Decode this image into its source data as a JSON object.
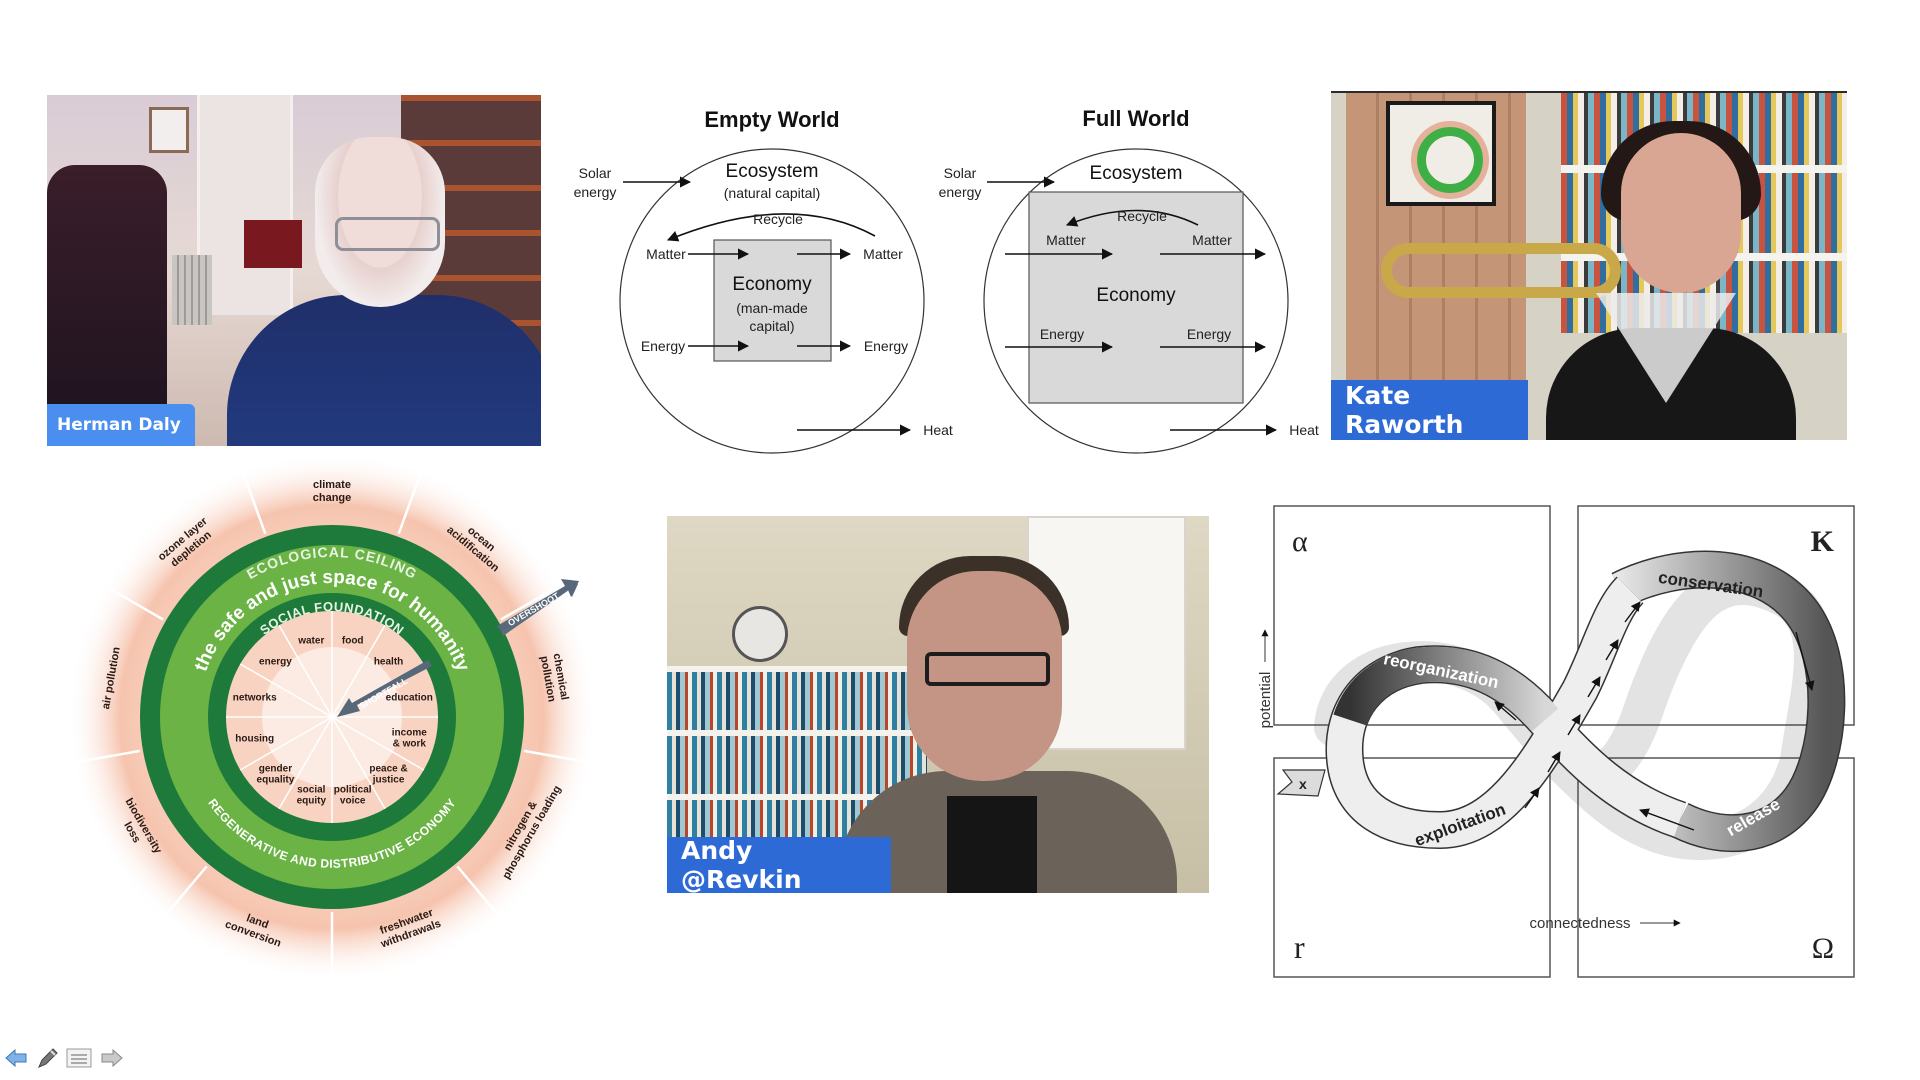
{
  "participants": [
    {
      "id": "herman",
      "name": "Herman Daly"
    },
    {
      "id": "kate",
      "name": "Kate Raworth"
    },
    {
      "id": "andy",
      "name": "Andy @Revkin"
    }
  ],
  "label_colors": {
    "herman": "#4a8ef0",
    "kate": "#2e6ad6",
    "andy": "#2e6ad6"
  },
  "empty_world": {
    "title": "Empty World",
    "solar_line1": "Solar",
    "solar_line2": "energy",
    "ecosystem": "Ecosystem",
    "ecosystem_sub": "(natural capital)",
    "recycle": "Recycle",
    "matter_in": "Matter",
    "matter_out": "Matter",
    "economy": "Economy",
    "economy_sub1": "(man-made",
    "economy_sub2": "capital)",
    "energy_in": "Energy",
    "energy_out": "Energy",
    "heat": "Heat"
  },
  "full_world": {
    "title": "Full World",
    "solar_line1": "Solar",
    "solar_line2": "energy",
    "ecosystem": "Ecosystem",
    "recycle": "Recycle",
    "matter_in": "Matter",
    "matter_out": "Matter",
    "economy": "Economy",
    "energy_in": "Energy",
    "energy_out": "Energy",
    "heat": "Heat"
  },
  "doughnut": {
    "ecological_ceiling": "ECOLOGICAL CEILING",
    "safe_space": "the safe and just space for humanity",
    "social_foundation": "SOCIAL FOUNDATION",
    "economy": "REGENERATIVE AND DISTRIBUTIVE ECONOMY",
    "overshoot": "OVERSHOOT",
    "shortfall": "SHORTFALL",
    "colors": {
      "dark_green": "#1e7a3a",
      "light_green": "#6ab344",
      "peach": "#f5bfa8"
    },
    "ceiling_items": [
      [
        "climate",
        "change"
      ],
      [
        "ocean",
        "acidification"
      ],
      [
        "chemical",
        "pollution"
      ],
      [
        "nitrogen &",
        "phosphorus loading"
      ],
      [
        "freshwater",
        "withdrawals"
      ],
      [
        "land",
        "conversion"
      ],
      [
        "biodiversity",
        "loss"
      ],
      [
        "air pollution"
      ],
      [
        "ozone layer",
        "depletion"
      ]
    ],
    "foundation_items": [
      [
        "food"
      ],
      [
        "health"
      ],
      [
        "education"
      ],
      [
        "income",
        "& work"
      ],
      [
        "peace &",
        "justice"
      ],
      [
        "political",
        "voice"
      ],
      [
        "social",
        "equity"
      ],
      [
        "gender",
        "equality"
      ],
      [
        "housing"
      ],
      [
        "networks"
      ],
      [
        "energy"
      ],
      [
        "water"
      ]
    ]
  },
  "adaptive_cycle": {
    "alpha": "α",
    "k": "K",
    "r": "r",
    "omega": "Ω",
    "reorganization": "reorganization",
    "conservation": "conservation",
    "exploitation": "exploitation",
    "release": "release",
    "x": "x",
    "potential": "potential",
    "connectedness": "connectedness"
  },
  "nav": {
    "prev": "previous-slide",
    "pen": "pen-tool",
    "menu": "slide-menu",
    "next": "next-slide"
  }
}
